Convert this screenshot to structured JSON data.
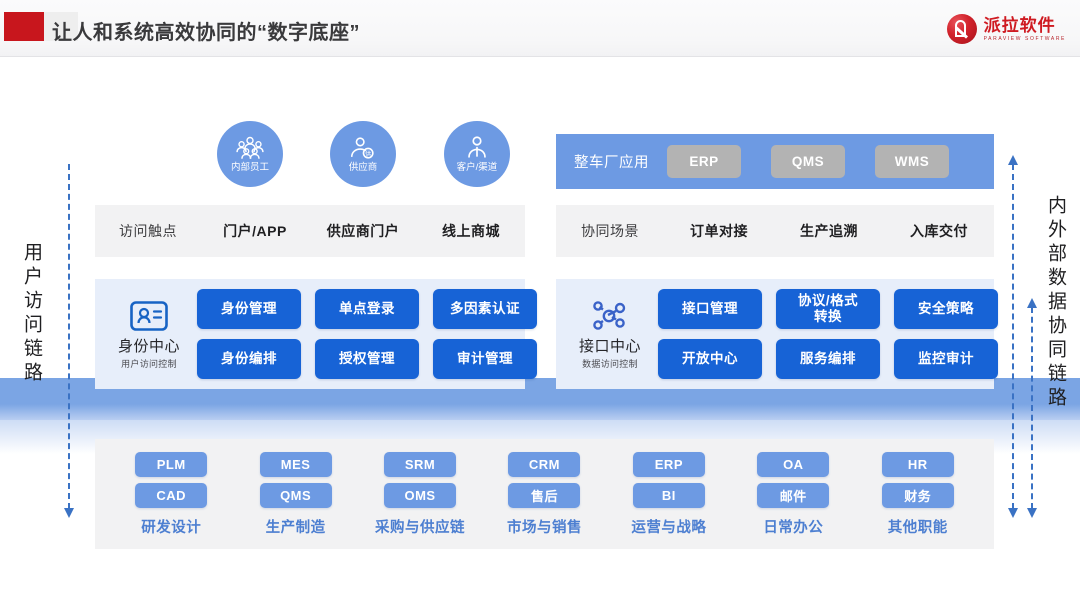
{
  "header": {
    "title": "让人和系统高效协同的“数字底座”",
    "logo_cn": "派拉软件",
    "logo_en": "PARAVIEW SOFTWARE",
    "accent_red": "#c8161d"
  },
  "rails": {
    "left_label": "用户访问链路",
    "right_label": "内外部数据协同链路",
    "color": "#3a72c4"
  },
  "actors": [
    {
      "label": "内部员工",
      "icon": "people-group-icon"
    },
    {
      "label": "供应商",
      "icon": "supplier-person-icon"
    },
    {
      "label": "客户/渠道",
      "icon": "customer-person-icon"
    }
  ],
  "oem_bar": {
    "label": "整车厂应用",
    "chips": [
      "ERP",
      "QMS",
      "WMS"
    ],
    "bar_color": "#6d9ae3",
    "chip_color": "#b3b3b3"
  },
  "touchpoints": {
    "title": "访问触点",
    "items": [
      "门户/APP",
      "供应商门户",
      "线上商城"
    ]
  },
  "scenarios": {
    "title": "协同场景",
    "items": [
      "订单对接",
      "生产追溯",
      "入库交付"
    ]
  },
  "identity_center": {
    "name": "身份中心",
    "sub": "用户访问控制",
    "icon": "id-card-icon",
    "buttons": [
      "身份管理",
      "单点登录",
      "多因素认证",
      "身份编排",
      "授权管理",
      "审计管理"
    ],
    "button_color": "#1763d6"
  },
  "interface_center": {
    "name": "接口中心",
    "sub": "数据访问控制",
    "icon": "node-graph-icon",
    "buttons": [
      "接口管理",
      "协议/格式\n转换",
      "安全策略",
      "开放中心",
      "服务编排",
      "监控审计"
    ],
    "button_color": "#1763d6"
  },
  "applications": [
    {
      "category": "研发设计",
      "chips": [
        "PLM",
        "CAD"
      ]
    },
    {
      "category": "生产制造",
      "chips": [
        "MES",
        "QMS"
      ]
    },
    {
      "category": "采购与供应链",
      "chips": [
        "SRM",
        "OMS"
      ]
    },
    {
      "category": "市场与销售",
      "chips": [
        "CRM",
        "售后"
      ]
    },
    {
      "category": "运营与战略",
      "chips": [
        "ERP",
        "BI"
      ]
    },
    {
      "category": "日常办公",
      "chips": [
        "OA",
        "邮件"
      ]
    },
    {
      "category": "其他职能",
      "chips": [
        "HR",
        "财务"
      ]
    }
  ]
}
